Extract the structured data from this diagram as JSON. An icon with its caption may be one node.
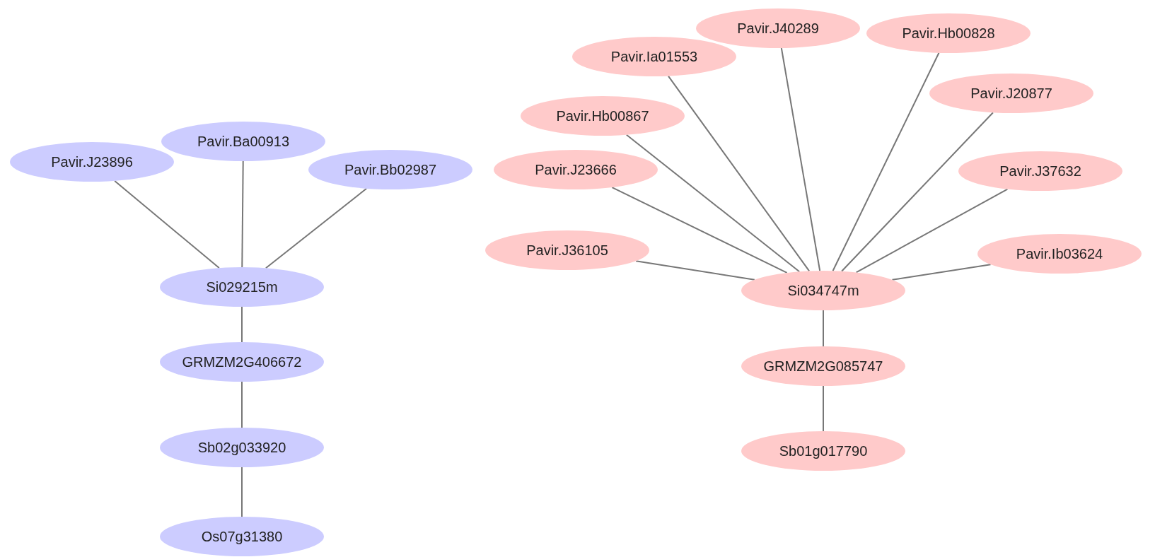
{
  "diagram": {
    "nodes": [
      {
        "text": [
          "Pavir.J23896"
        ]
      },
      {
        "text": [
          "Pavir.Ba00913"
        ]
      },
      {
        "text": [
          "Pavir.Bb02987"
        ]
      },
      {
        "text": [
          "Si029215m"
        ]
      },
      {
        "text": [
          "GRMZM2G406672"
        ]
      },
      {
        "text": [
          "Sb02g033920"
        ]
      },
      {
        "text": [
          "Os07g31380"
        ]
      },
      {
        "text": [
          "Pavir.J40289"
        ]
      },
      {
        "text": [
          "Pavir.Hb00828"
        ]
      },
      {
        "text": [
          "Pavir.Ia01553"
        ]
      },
      {
        "text": [
          "Pavir.J20877"
        ]
      },
      {
        "text": [
          "Pavir.Hb00867"
        ]
      },
      {
        "text": [
          "Pavir.J23666"
        ]
      },
      {
        "text": [
          "Pavir.J37632"
        ]
      },
      {
        "text": [
          "Pavir.J36105"
        ]
      },
      {
        "text": [
          "Pavir.Ib03624"
        ]
      },
      {
        "text": [
          "Si034747m"
        ]
      },
      {
        "text": [
          "GRMZM2G085747"
        ]
      },
      {
        "text": [
          "Sb01g017790"
        ]
      }
    ],
    "edges": [
      {
        "from": 0,
        "to": 3,
        "arrow": "none"
      },
      {
        "from": 1,
        "to": 3,
        "arrow": "none"
      },
      {
        "from": 2,
        "to": 3,
        "arrow": "none"
      },
      {
        "from": 3,
        "to": 4,
        "arrow": "none"
      },
      {
        "from": 4,
        "to": 5,
        "arrow": "none"
      },
      {
        "from": 5,
        "to": 6,
        "arrow": "none"
      },
      {
        "from": 7,
        "to": 16,
        "arrow": "none"
      },
      {
        "from": 8,
        "to": 16,
        "arrow": "none"
      },
      {
        "from": 9,
        "to": 16,
        "arrow": "none"
      },
      {
        "from": 10,
        "to": 16,
        "arrow": "none"
      },
      {
        "from": 11,
        "to": 16,
        "arrow": "none"
      },
      {
        "from": 12,
        "to": 16,
        "arrow": "none"
      },
      {
        "from": 13,
        "to": 16,
        "arrow": "none"
      },
      {
        "from": 14,
        "to": 16,
        "arrow": "none"
      },
      {
        "from": 15,
        "to": 16,
        "arrow": "none"
      },
      {
        "from": 16,
        "to": 17,
        "arrow": "none"
      },
      {
        "from": 17,
        "to": 18,
        "arrow": "none"
      }
    ]
  }
}
